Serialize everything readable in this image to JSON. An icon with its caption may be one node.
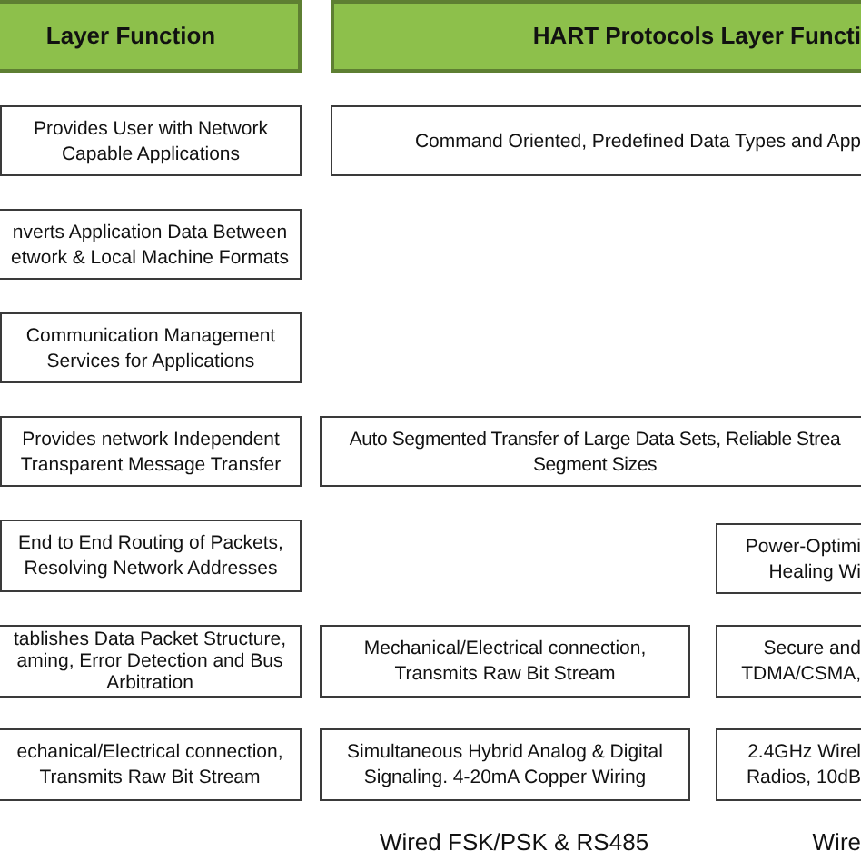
{
  "diagram": {
    "nodes": [
      {
        "text": [
          "Layer Function"
        ]
      },
      {
        "text": [
          "HART Protocols Layer Functi"
        ]
      },
      {
        "text": [
          "Provides User with Network Capable Applications"
        ]
      },
      {
        "text": [
          "Command Oriented, Predefined Data Types and App"
        ]
      },
      {
        "text": [
          "nverts Application Data Between etwork & Local Machine Formats"
        ]
      },
      {
        "text": [
          "Communication Management Services for Applications"
        ]
      },
      {
        "text": [
          "Provides network Independent Transparent Message Transfer"
        ]
      },
      {
        "text": [
          "Auto Segmented Transfer of Large Data Sets, Reliable Strea Segment Sizes"
        ]
      },
      {
        "text": [
          "End to End Routing of Packets, Resolving Network Addresses"
        ]
      },
      {
        "text": [
          "Power-Optimi Healing Wi"
        ]
      },
      {
        "text": [
          "tablishes Data Packet Structure, aming, Error Detection and Bus Arbitration"
        ]
      },
      {
        "text": [
          "Mechanical/Electrical connection, Transmits Raw Bit Stream"
        ]
      },
      {
        "text": [
          "Secure and TDMA/CSMA,"
        ]
      },
      {
        "text": [
          "echanical/Electrical connection, Transmits Raw Bit Stream"
        ]
      },
      {
        "text": [
          "Simultaneous Hybrid Analog & Digital Signaling. 4-20mA Copper Wiring"
        ]
      },
      {
        "text": [
          "2.4GHz Wirel Radios, 10dB"
        ]
      }
    ],
    "labels": [
      "Wired FSK/PSK & RS485",
      "Wire"
    ]
  }
}
